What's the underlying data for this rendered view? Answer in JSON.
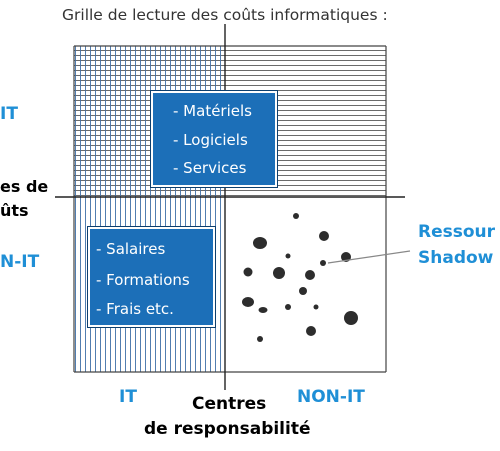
{
  "title": "Grille de lecture des coûts informatiques :",
  "left_labels": {
    "it": "IT",
    "cost_line1": "es de",
    "cost_line2": "ûts",
    "non_it": "N-IT"
  },
  "right_label": {
    "line1": "Ressour",
    "line2": "Shadow"
  },
  "bottom_labels": {
    "it": "IT",
    "non_it": "NON-IT",
    "centres_line1": "Centres",
    "centres_line2": "de responsabilité"
  },
  "box_it": {
    "items": [
      "- Matériels",
      "- Logiciels",
      "- Services"
    ]
  },
  "box_non_it": {
    "items": [
      "- Salaires",
      "- Formations",
      "- Frais etc."
    ]
  },
  "colors": {
    "accent_blue": "#1f8fd6",
    "box_fill": "#1c6fb8",
    "hatch": "#5a5a5a",
    "dots": "#2d2d2d"
  }
}
